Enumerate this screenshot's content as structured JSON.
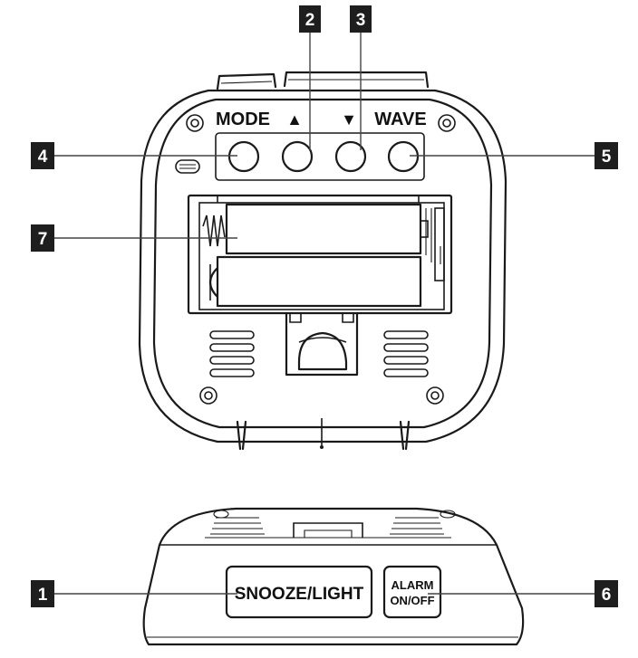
{
  "back_labels": {
    "mode": "MODE",
    "up": "▲",
    "down": "▼",
    "wave": "WAVE"
  },
  "bottom_buttons": {
    "snooze": "SNOOZE/LIGHT",
    "alarm_line1": "ALARM",
    "alarm_line2": "ON/OFF"
  },
  "callouts": [
    "1",
    "2",
    "3",
    "4",
    "5",
    "6",
    "7"
  ]
}
